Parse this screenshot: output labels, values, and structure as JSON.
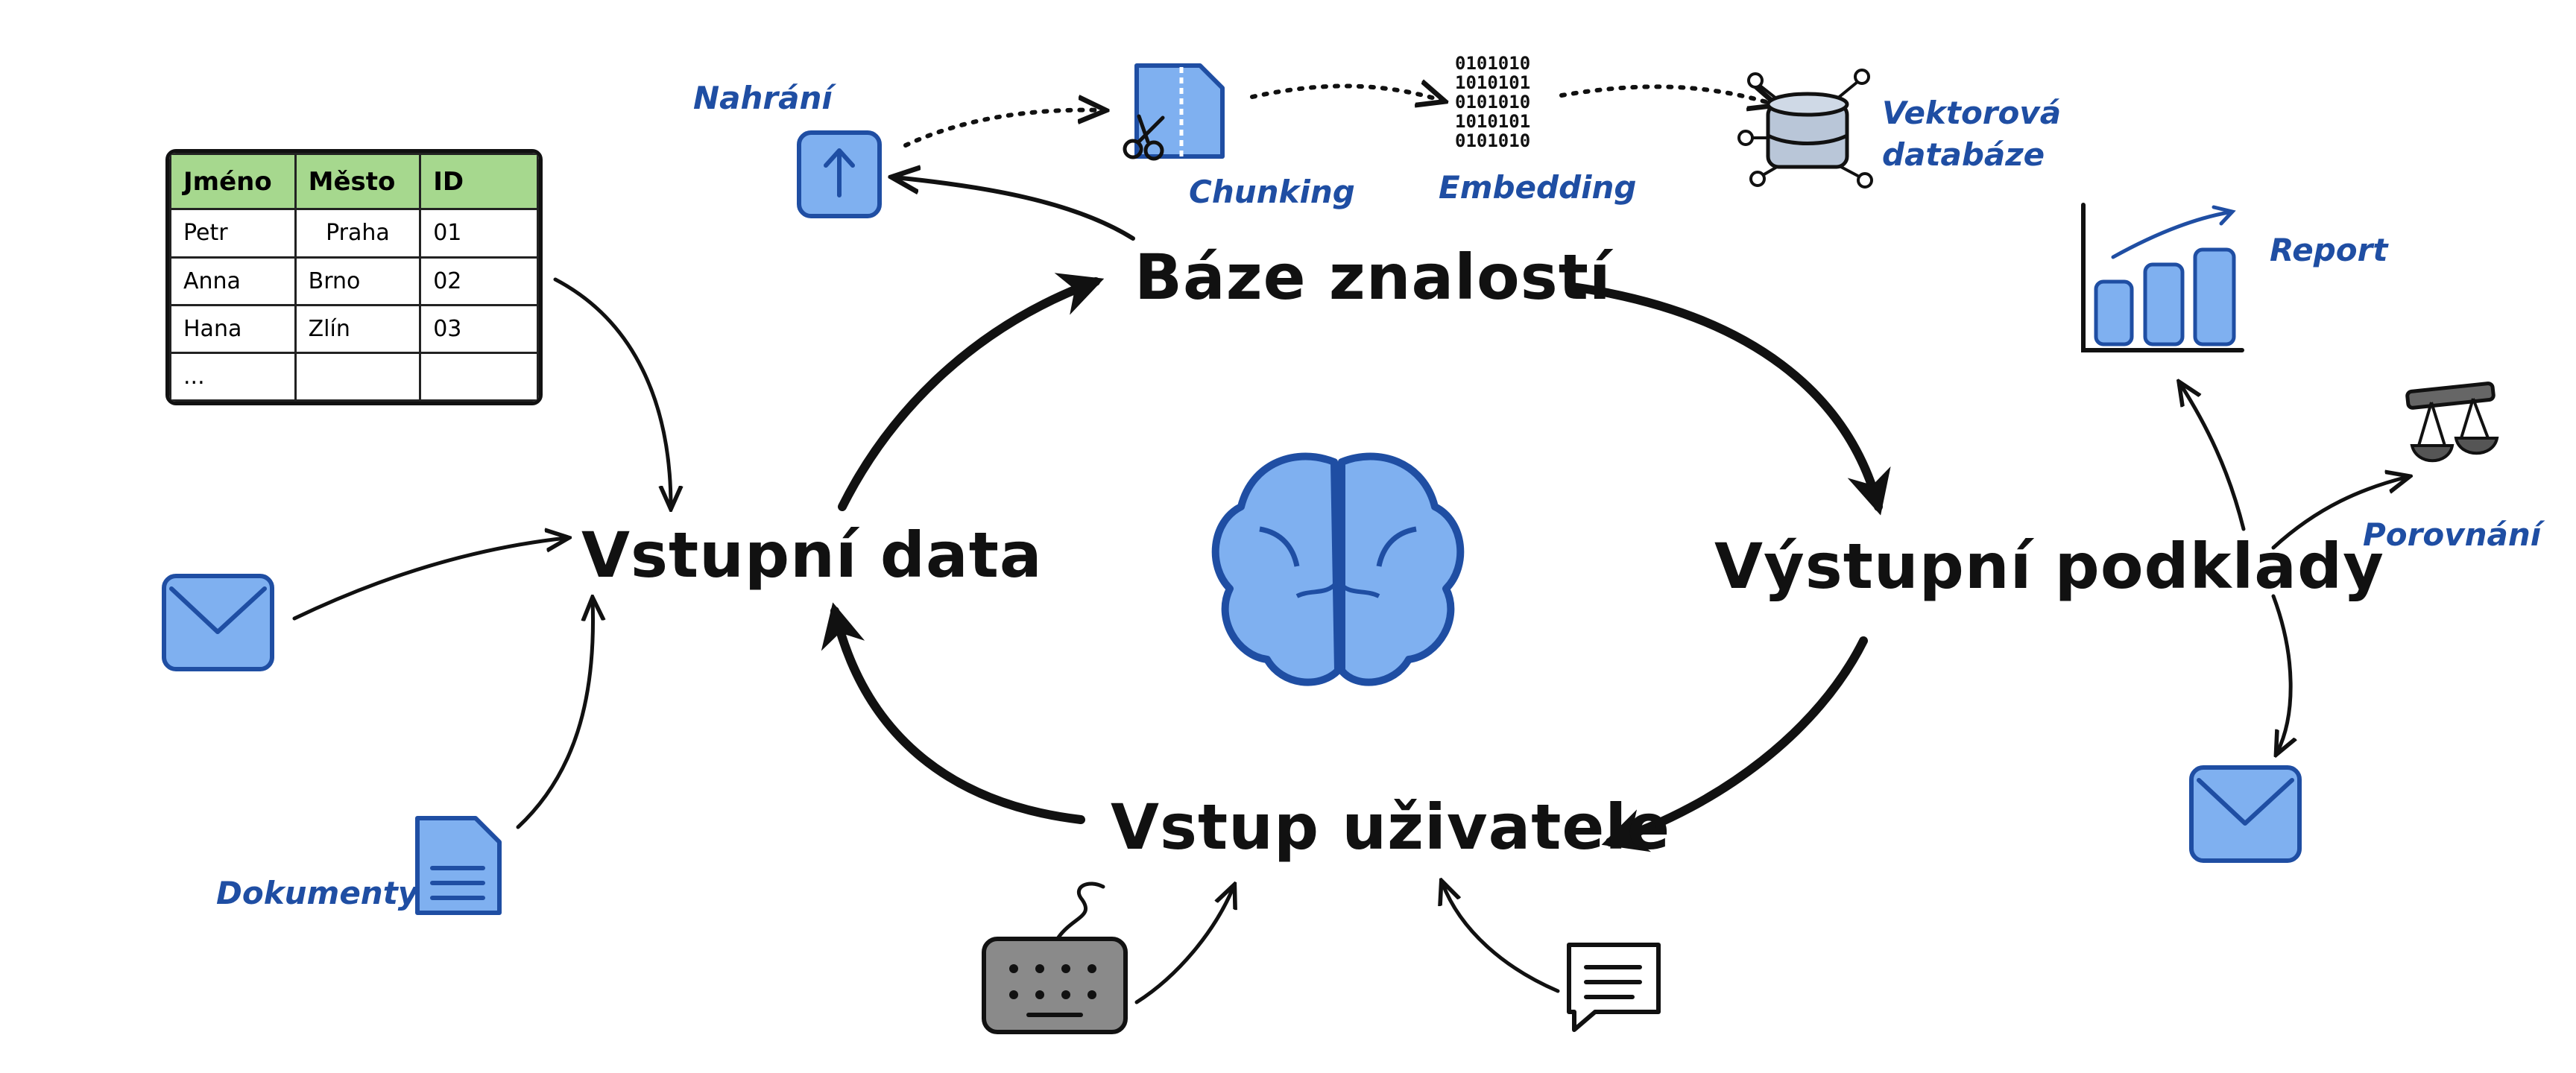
{
  "nodes": {
    "knowledge_base": "Báze znalostí",
    "input_data": "Vstupní data",
    "output_docs": "Výstupní podklady",
    "user_input": "Vstup uživatele"
  },
  "labels": {
    "upload": "Nahrání",
    "chunking": "Chunking",
    "embedding": "Embedding",
    "vector_db_line1": "Vektorová",
    "vector_db_line2": "databáze",
    "report": "Report",
    "comparison": "Porovnání",
    "documents": "Dokumenty"
  },
  "table": {
    "headers": [
      "Jméno",
      "Město",
      "ID"
    ],
    "rows": [
      [
        "Petr",
        "Praha",
        "01"
      ],
      [
        "Anna",
        "Brno",
        "02"
      ],
      [
        "Hana",
        "Zlín",
        "03"
      ],
      [
        "...",
        "",
        ""
      ]
    ]
  },
  "binary_lines": [
    "0101010",
    "1010101",
    "0101010",
    "1010101",
    "0101010"
  ],
  "colors": {
    "icon_fill": "#7fb0f0",
    "icon_stroke": "#1f4ea3",
    "label_blue": "#1f4ea3",
    "table_header": "#a6d88e",
    "ink": "#111111"
  }
}
